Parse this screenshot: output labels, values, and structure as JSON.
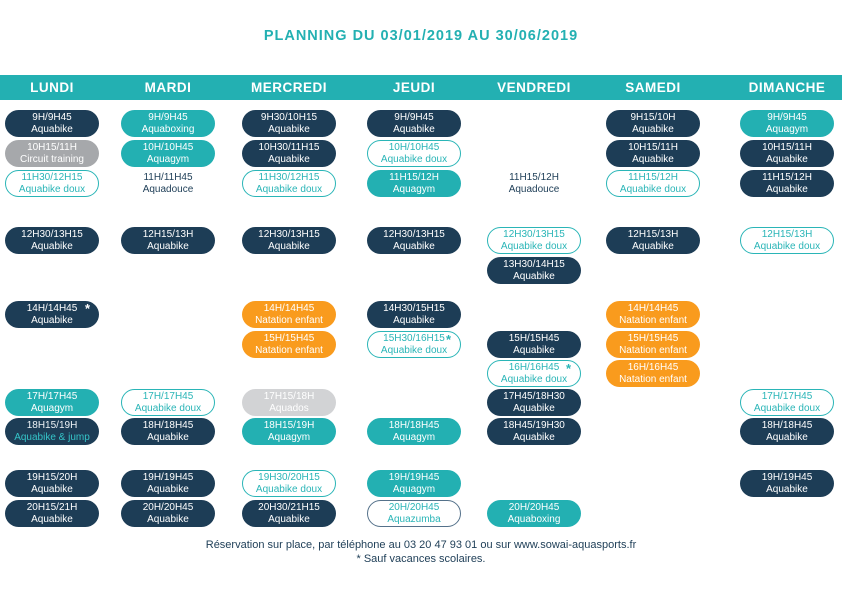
{
  "title": "PLANNING DU 03/01/2019 AU 30/06/2019",
  "days": [
    "LUNDI",
    "MARDI",
    "MERCREDI",
    "JEUDI",
    "VENDREDI",
    "SAMEDI",
    "DIMANCHE"
  ],
  "footer": {
    "line1": "Réservation sur place, par téléphone au 03 20 47 93 01 ou sur www.sowai-aquasports.fr",
    "line2": "* Sauf vacances scolaires."
  },
  "colors": {
    "teal": "#23b0b2",
    "navy": "#1d3d56",
    "orange": "#f99b1d",
    "gray_circuit": "#a6a8ab",
    "lightgray_aquados": "#d2d3d5",
    "outline_border": "#2ab5b7",
    "aquazumba_border": "#54718a",
    "white": "#ffffff"
  },
  "legend_note": "* Sauf vacances scolaires.",
  "schedule": {
    "row_tops": [
      110,
      140,
      170,
      227,
      257,
      301,
      331,
      360,
      389,
      418,
      470,
      500
    ],
    "col_centers": [
      52,
      168,
      289,
      414,
      534,
      653,
      787
    ],
    "slots": [
      {
        "day": 0,
        "row": 0,
        "time": "9H/9H45",
        "activity": "Aquabike",
        "style": "navy",
        "star": false
      },
      {
        "day": 0,
        "row": 1,
        "time": "10H15/11H",
        "activity": "Circuit training",
        "style": "gray",
        "star": false
      },
      {
        "day": 0,
        "row": 2,
        "time": "11H30/12H15",
        "activity": "Aquabike doux",
        "style": "outline",
        "star": false
      },
      {
        "day": 0,
        "row": 3,
        "time": "12H30/13H15",
        "activity": "Aquabike",
        "style": "navy",
        "star": false
      },
      {
        "day": 0,
        "row": 5,
        "time": "14H/14H45",
        "activity": "Aquabike",
        "style": "navy",
        "star": true
      },
      {
        "day": 0,
        "row": 8,
        "time": "17H/17H45",
        "activity": "Aquagym",
        "style": "teal",
        "star": false
      },
      {
        "day": 0,
        "row": 9,
        "time": "18H15/19H",
        "activity": "Aquabike & jump",
        "style": "navy-jump",
        "star": false
      },
      {
        "day": 0,
        "row": 10,
        "time": "19H15/20H",
        "activity": "Aquabike",
        "style": "navy",
        "star": false
      },
      {
        "day": 0,
        "row": 11,
        "time": "20H15/21H",
        "activity": "Aquabike",
        "style": "navy",
        "star": false
      },
      {
        "day": 1,
        "row": 0,
        "time": "9H/9H45",
        "activity": "Aquaboxing",
        "style": "teal",
        "star": false
      },
      {
        "day": 1,
        "row": 1,
        "time": "10H/10H45",
        "activity": "Aquagym",
        "style": "teal",
        "star": false
      },
      {
        "day": 1,
        "row": 2,
        "time": "11H/11H45",
        "activity": "Aquadouce",
        "style": "plain",
        "star": false
      },
      {
        "day": 1,
        "row": 3,
        "time": "12H15/13H",
        "activity": "Aquabike",
        "style": "navy",
        "star": false
      },
      {
        "day": 1,
        "row": 8,
        "time": "17H/17H45",
        "activity": "Aquabike doux",
        "style": "outline",
        "star": false
      },
      {
        "day": 1,
        "row": 9,
        "time": "18H/18H45",
        "activity": "Aquabike",
        "style": "navy",
        "star": false
      },
      {
        "day": 1,
        "row": 10,
        "time": "19H/19H45",
        "activity": "Aquabike",
        "style": "navy",
        "star": false
      },
      {
        "day": 1,
        "row": 11,
        "time": "20H/20H45",
        "activity": "Aquabike",
        "style": "navy",
        "star": false
      },
      {
        "day": 2,
        "row": 0,
        "time": "9H30/10H15",
        "activity": "Aquabike",
        "style": "navy",
        "star": false
      },
      {
        "day": 2,
        "row": 1,
        "time": "10H30/11H15",
        "activity": "Aquabike",
        "style": "navy",
        "star": false
      },
      {
        "day": 2,
        "row": 2,
        "time": "11H30/12H15",
        "activity": "Aquabike doux",
        "style": "outline",
        "star": false
      },
      {
        "day": 2,
        "row": 3,
        "time": "12H30/13H15",
        "activity": "Aquabike",
        "style": "navy",
        "star": false
      },
      {
        "day": 2,
        "row": 5,
        "time": "14H/14H45",
        "activity": "Natation enfant",
        "style": "orange",
        "star": false
      },
      {
        "day": 2,
        "row": 6,
        "time": "15H/15H45",
        "activity": "Natation enfant",
        "style": "orange",
        "star": false
      },
      {
        "day": 2,
        "row": 8,
        "time": "17H15/18H",
        "activity": "Aquados",
        "style": "lightgray",
        "star": false
      },
      {
        "day": 2,
        "row": 9,
        "time": "18H15/19H",
        "activity": "Aquagym",
        "style": "teal",
        "star": false
      },
      {
        "day": 2,
        "row": 10,
        "time": "19H30/20H15",
        "activity": "Aquabike doux",
        "style": "outline",
        "star": false
      },
      {
        "day": 2,
        "row": 11,
        "time": "20H30/21H15",
        "activity": "Aquabike",
        "style": "navy",
        "star": false
      },
      {
        "day": 3,
        "row": 0,
        "time": "9H/9H45",
        "activity": "Aquabike",
        "style": "navy",
        "star": false
      },
      {
        "day": 3,
        "row": 1,
        "time": "10H/10H45",
        "activity": "Aquabike doux",
        "style": "outline",
        "star": false
      },
      {
        "day": 3,
        "row": 2,
        "time": "11H15/12H",
        "activity": "Aquagym",
        "style": "teal",
        "star": false
      },
      {
        "day": 3,
        "row": 3,
        "time": "12H30/13H15",
        "activity": "Aquabike",
        "style": "navy",
        "star": false
      },
      {
        "day": 3,
        "row": 5,
        "time": "14H30/15H15",
        "activity": "Aquabike",
        "style": "navy",
        "star": false
      },
      {
        "day": 3,
        "row": 6,
        "time": "15H30/16H15",
        "activity": "Aquabike doux",
        "style": "outline",
        "star": true
      },
      {
        "day": 3,
        "row": 9,
        "time": "18H/18H45",
        "activity": "Aquagym",
        "style": "teal",
        "star": false
      },
      {
        "day": 3,
        "row": 10,
        "time": "19H/19H45",
        "activity": "Aquagym",
        "style": "teal",
        "star": false
      },
      {
        "day": 3,
        "row": 11,
        "time": "20H/20H45",
        "activity": "Aquazumba",
        "style": "outline-slate",
        "star": false
      },
      {
        "day": 4,
        "row": 2,
        "time": "11H15/12H",
        "activity": "Aquadouce",
        "style": "plain",
        "star": false
      },
      {
        "day": 4,
        "row": 3,
        "time": "12H30/13H15",
        "activity": "Aquabike doux",
        "style": "outline",
        "star": false
      },
      {
        "day": 4,
        "row": 4,
        "time": "13H30/14H15",
        "activity": "Aquabike",
        "style": "navy",
        "star": false
      },
      {
        "day": 4,
        "row": 6,
        "time": "15H/15H45",
        "activity": "Aquabike",
        "style": "navy",
        "star": false
      },
      {
        "day": 4,
        "row": 7,
        "time": "16H/16H45",
        "activity": "Aquabike doux",
        "style": "outline",
        "star": true
      },
      {
        "day": 4,
        "row": 8,
        "time": "17H45/18H30",
        "activity": "Aquabike",
        "style": "navy",
        "star": false
      },
      {
        "day": 4,
        "row": 9,
        "time": "18H45/19H30",
        "activity": "Aquabike",
        "style": "navy",
        "star": false
      },
      {
        "day": 4,
        "row": 11,
        "time": "20H/20H45",
        "activity": "Aquaboxing",
        "style": "teal",
        "star": false
      },
      {
        "day": 5,
        "row": 0,
        "time": "9H15/10H",
        "activity": "Aquabike",
        "style": "navy",
        "star": false
      },
      {
        "day": 5,
        "row": 1,
        "time": "10H15/11H",
        "activity": "Aquabike",
        "style": "navy",
        "star": false
      },
      {
        "day": 5,
        "row": 2,
        "time": "11H15/12H",
        "activity": "Aquabike doux",
        "style": "outline",
        "star": false
      },
      {
        "day": 5,
        "row": 3,
        "time": "12H15/13H",
        "activity": "Aquabike",
        "style": "navy",
        "star": false
      },
      {
        "day": 5,
        "row": 5,
        "time": "14H/14H45",
        "activity": "Natation enfant",
        "style": "orange",
        "star": false
      },
      {
        "day": 5,
        "row": 6,
        "time": "15H/15H45",
        "activity": "Natation enfant",
        "style": "orange",
        "star": false
      },
      {
        "day": 5,
        "row": 7,
        "time": "16H/16H45",
        "activity": "Natation enfant",
        "style": "orange",
        "star": false
      },
      {
        "day": 6,
        "row": 0,
        "time": "9H/9H45",
        "activity": "Aquagym",
        "style": "teal",
        "star": false
      },
      {
        "day": 6,
        "row": 1,
        "time": "10H15/11H",
        "activity": "Aquabike",
        "style": "navy",
        "star": false
      },
      {
        "day": 6,
        "row": 2,
        "time": "11H15/12H",
        "activity": "Aquabike",
        "style": "navy",
        "star": false
      },
      {
        "day": 6,
        "row": 3,
        "time": "12H15/13H",
        "activity": "Aquabike doux",
        "style": "outline",
        "star": false
      },
      {
        "day": 6,
        "row": 8,
        "time": "17H/17H45",
        "activity": "Aquabike doux",
        "style": "outline",
        "star": false
      },
      {
        "day": 6,
        "row": 9,
        "time": "18H/18H45",
        "activity": "Aquabike",
        "style": "navy",
        "star": false
      },
      {
        "day": 6,
        "row": 10,
        "time": "19H/19H45",
        "activity": "Aquabike",
        "style": "navy",
        "star": false
      }
    ]
  }
}
